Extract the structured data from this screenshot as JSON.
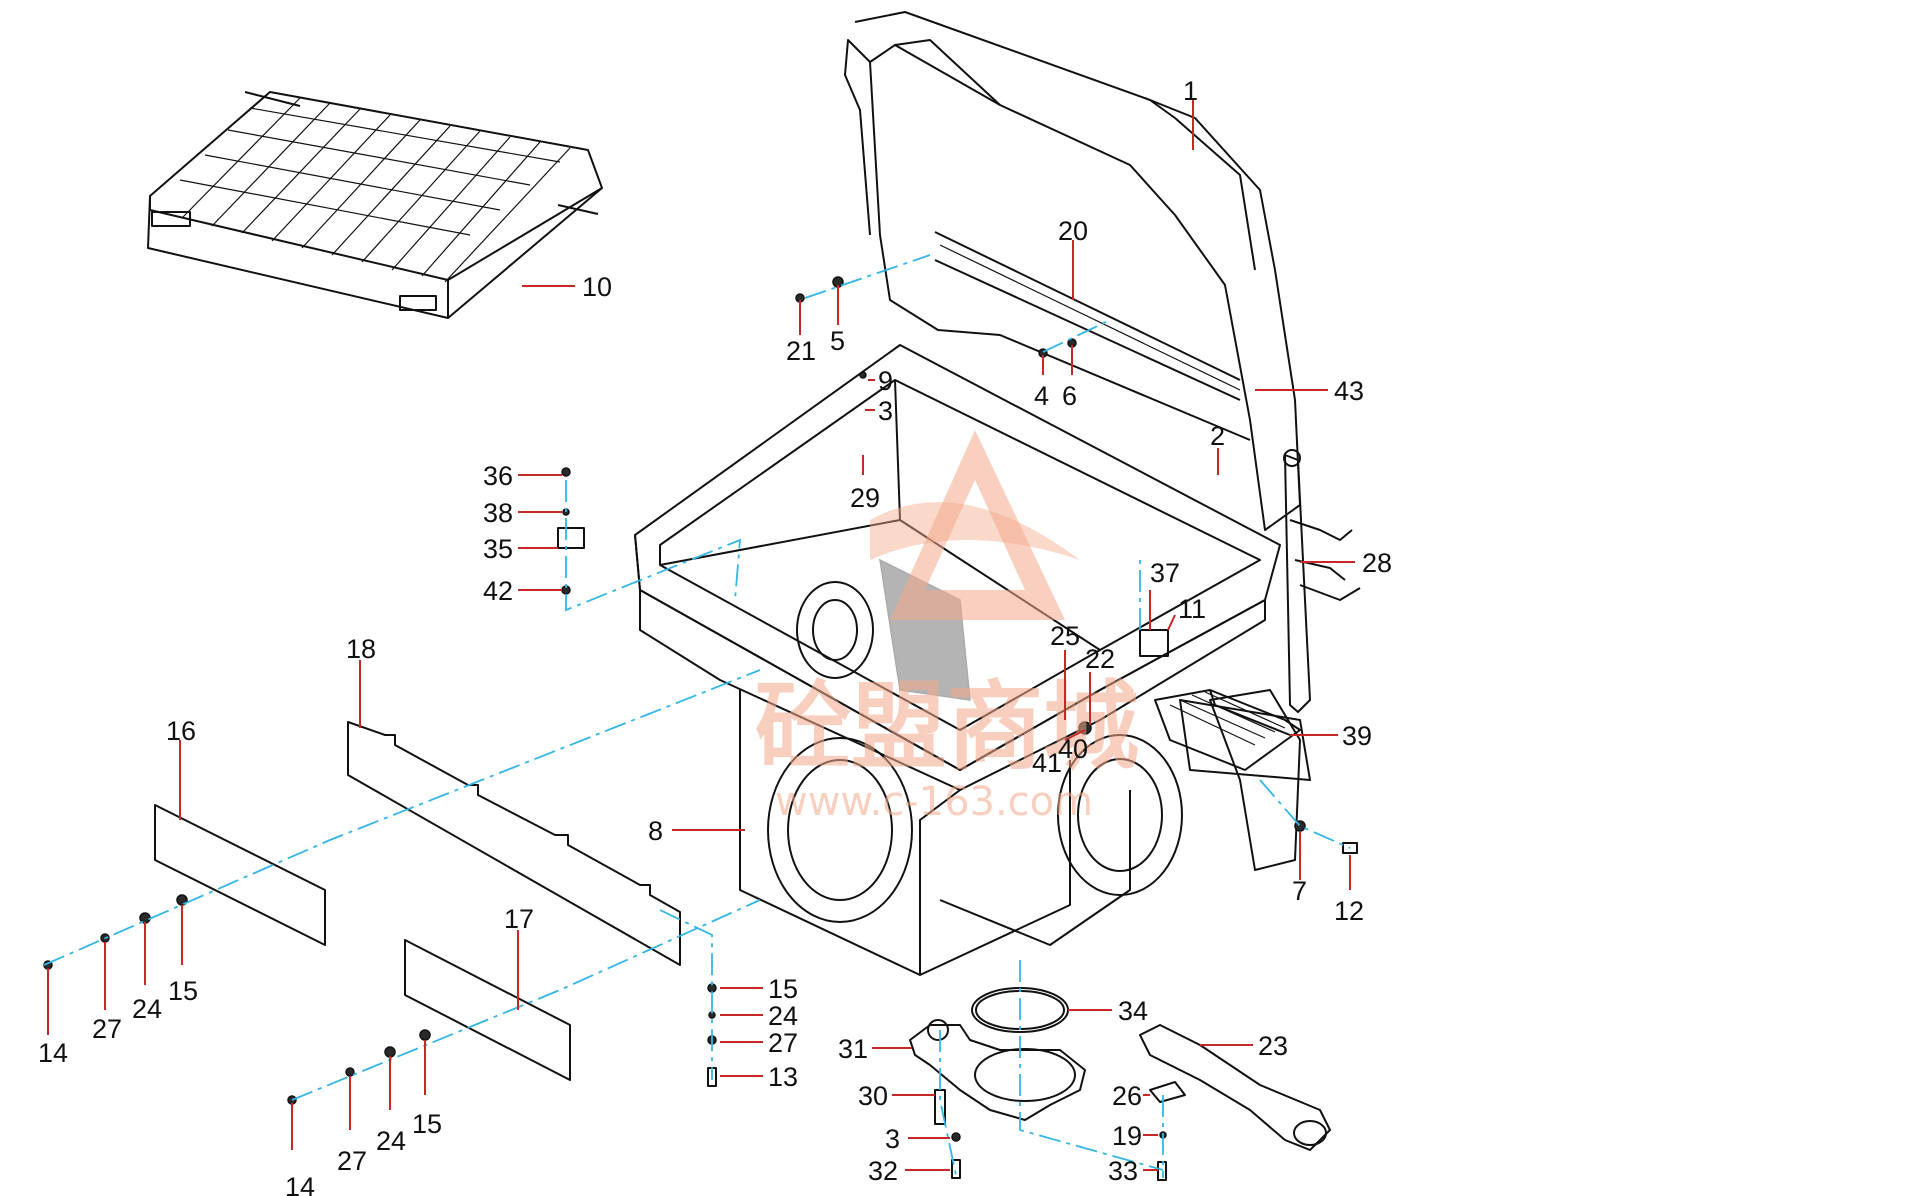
{
  "watermark": {
    "brand_cn": "砼盟商城",
    "url": "www.c-163.com",
    "color": "#f4a98a"
  },
  "leader_color": "#c62828",
  "assembly_line_color": "#33b6e6",
  "labels": {
    "p1": "1",
    "p2": "2",
    "p3a": "3",
    "p3b": "3",
    "p4": "4",
    "p5": "5",
    "p6": "6",
    "p7": "7",
    "p8": "8",
    "p9": "9",
    "p10": "10",
    "p11": "11",
    "p12": "12",
    "p13": "13",
    "p14a": "14",
    "p14b": "14",
    "p15a": "15",
    "p15b": "15",
    "p15c": "15",
    "p16": "16",
    "p17": "17",
    "p18": "18",
    "p19": "19",
    "p20": "20",
    "p21": "21",
    "p22": "22",
    "p23": "23",
    "p24a": "24",
    "p24b": "24",
    "p24c": "24",
    "p25": "25",
    "p26": "26",
    "p27a": "27",
    "p27b": "27",
    "p27c": "27",
    "p28": "28",
    "p29": "29",
    "p30": "30",
    "p31": "31",
    "p32": "32",
    "p33": "33",
    "p34": "34",
    "p35": "35",
    "p36": "36",
    "p37": "37",
    "p38": "38",
    "p39": "39",
    "p40": "40",
    "p41": "41",
    "p42": "42",
    "p43": "43"
  }
}
